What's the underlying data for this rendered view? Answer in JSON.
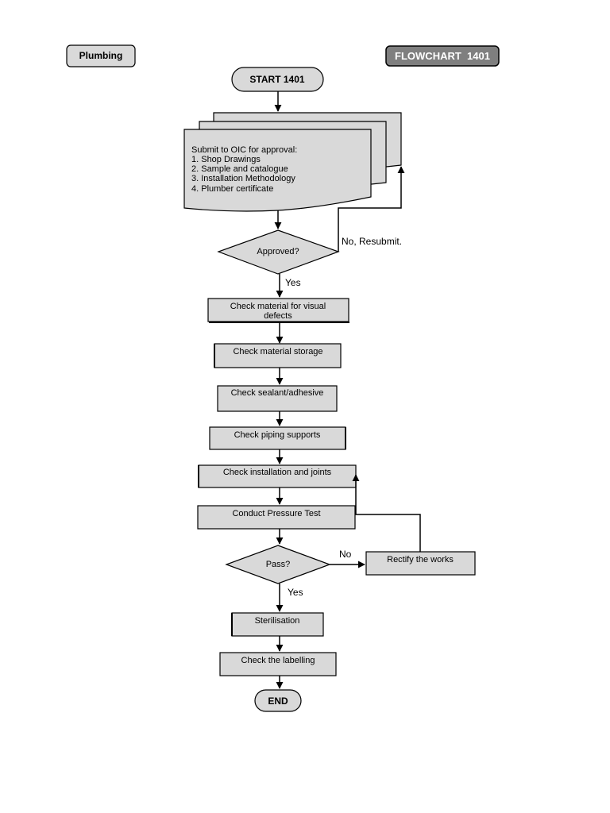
{
  "tags": {
    "category": "Plumbing",
    "flowchart_id": "FLOWCHART  1401"
  },
  "nodes": {
    "start": "START 1401",
    "submit_title": "Submit to OIC for approval:",
    "submit_items": [
      "1. Shop Drawings",
      "2. Sample and catalogue",
      "3. Installation Methodology",
      "4. Plumber certificate"
    ],
    "approved": "Approved?",
    "visual_defects_line1": "Check material for visual",
    "visual_defects_line2": "defects",
    "storage": "Check material storage",
    "sealant": "Check sealant/adhesive",
    "piping": "Check piping supports",
    "installation": "Check installation and joints",
    "pressure_test": "Conduct Pressure Test",
    "pass": "Pass?",
    "rectify": "Rectify the works",
    "sterilisation": "Sterilisation",
    "labelling": "Check the labelling",
    "end": "END"
  },
  "edges": {
    "resubmit": "No, Resubmit.",
    "approved_yes": "Yes",
    "pass_no": "No",
    "pass_yes": "Yes"
  },
  "colors": {
    "box_fill": "#d9d9d9",
    "header_badge_fill": "#7f7f7f",
    "stroke": "#000000"
  }
}
